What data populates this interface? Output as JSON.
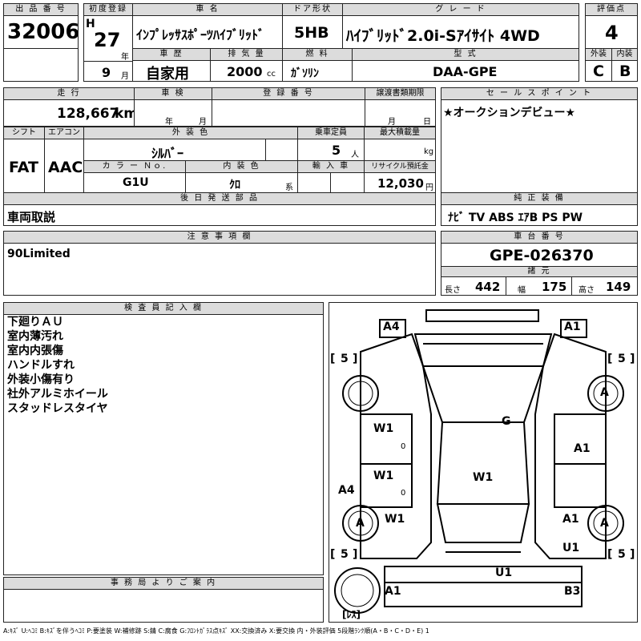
{
  "header": {
    "lot_label": "出 品 番 号",
    "lot_number": "32006",
    "first_reg_label": "初度登録",
    "era": "H",
    "year": "27",
    "year_unit": "年",
    "month": "9",
    "month_unit": "月",
    "car_name_label": "車 名",
    "car_name": "ｲﾝﾌﾟﾚｯｻｽﾎﾟｰﾂﾊｲﾌﾞﾘｯﾄﾞ",
    "door_label": "ドア形状",
    "door": "5HB",
    "grade_label": "グ レ ー ド",
    "grade": "ﾊｲﾌﾞﾘｯﾄﾞ2.0i-Sｱｲｻｲﾄ 4WD",
    "score_label": "評価点",
    "score": "4",
    "history_label": "車 歴",
    "history": "自家用",
    "displacement_label": "排 気 量",
    "displacement": "2000",
    "displacement_unit": "cc",
    "fuel_label": "燃 料",
    "fuel": "ｶﾞｿﾘﾝ",
    "model_label": "型 式",
    "model": "DAA-GPE",
    "exterior_label": "外装",
    "exterior": "C",
    "interior_label": "内装",
    "interior": "B"
  },
  "row2": {
    "mileage_label": "走 行",
    "mileage": "128,667",
    "mileage_unit": "km",
    "inspection_label": "車 検",
    "inspection_year_unit": "年",
    "inspection_month_unit": "月",
    "regno_label": "登 録 番 号",
    "transfer_label": "譲渡書類期限",
    "transfer_month_unit": "月",
    "transfer_day_unit": "日",
    "sales_label": "セ ー ル ス ポ イ ン ト",
    "sales_text": "★オークションデビュー★"
  },
  "row3": {
    "shift_label": "シフト",
    "shift": "FAT",
    "ac_label": "エアコン",
    "ac": "AAC",
    "color_label": "外 装 色",
    "color": "ｼﾙﾊﾞｰ",
    "capacity_label": "乗車定員",
    "capacity": "5",
    "capacity_unit": "人",
    "load_label": "最大積載量",
    "load_unit": "kg",
    "colorno_label": "カ ラ ー Ｎｏ.",
    "colorno": "G1U",
    "intcolor_label": "内 装 色",
    "intcolor": "ｸﾛ",
    "intcolor_unit": "系",
    "import_label": "輸 入 車",
    "recycle_label": "リサイクル預託金",
    "recycle": "12,030",
    "recycle_unit": "円"
  },
  "row4": {
    "later_label": "後 日 発 送 部 品",
    "later": "車両取説",
    "equip_label": "純 正 装 備",
    "equip": "ﾅﾋﾞ TV ABS ｴｱB PS PW"
  },
  "row5": {
    "caution_label": "注 意 事 項 欄",
    "caution": "90Limited",
    "chassis_label": "車 台 番 号",
    "chassis": "GPE-026370",
    "dims_label": "諸 元",
    "length_label": "長さ",
    "length": "442",
    "width_label": "幅",
    "width": "175",
    "height_label": "高さ",
    "height": "149"
  },
  "inspector": {
    "label": "検 査 員 記 入 欄",
    "notes": [
      "下廻りＡＵ",
      "室内薄汚れ",
      "室内内張傷",
      "ハンドルすれ",
      "外装小傷有り",
      "社外アルミホイール",
      "スタッドレスタイヤ"
    ]
  },
  "office": {
    "label": "事 務 局 よ り ご 案 内"
  },
  "diagram": {
    "tire_fl": "5",
    "tire_fr": "5",
    "tire_rl": "5",
    "tire_rr": "5",
    "bracket_open": "[",
    "bracket_close": "]",
    "spare": "[ﾚｽ]",
    "marks": {
      "front_left_corner": "A4",
      "front_right_corner": "A1",
      "windshield": "G",
      "left_front_door": "W1",
      "left_front_door_sub": "0",
      "right_front_fender": "A1",
      "left_rear_door": "W1",
      "left_rear_door_sub": "0",
      "roof": "W1",
      "left_rear_quarter": "A4",
      "left_rear_wheel_area": "W1",
      "right_rear_quarter": "A1",
      "right_rear_lower": "U1",
      "rear_bumper": "U1",
      "rear_left": "A1",
      "rear_right": "B3",
      "wheel_fr": "A",
      "wheel_rl": "A",
      "wheel_rr": "A"
    }
  },
  "legend": "A:ｷｽﾞ U:ﾍｺﾐ B:ｷｽﾞを伴うﾍｺﾐ P:要塗装 W:補修跡 S:錆 C:腐食 G:ﾌﾛﾝﾄｶﾞﾗｽ点ｷｽﾞ XX:交換済み X:要交換 内・外装評価 5段階ﾗﾝｸ順(A・B・C・D・E) 1"
}
